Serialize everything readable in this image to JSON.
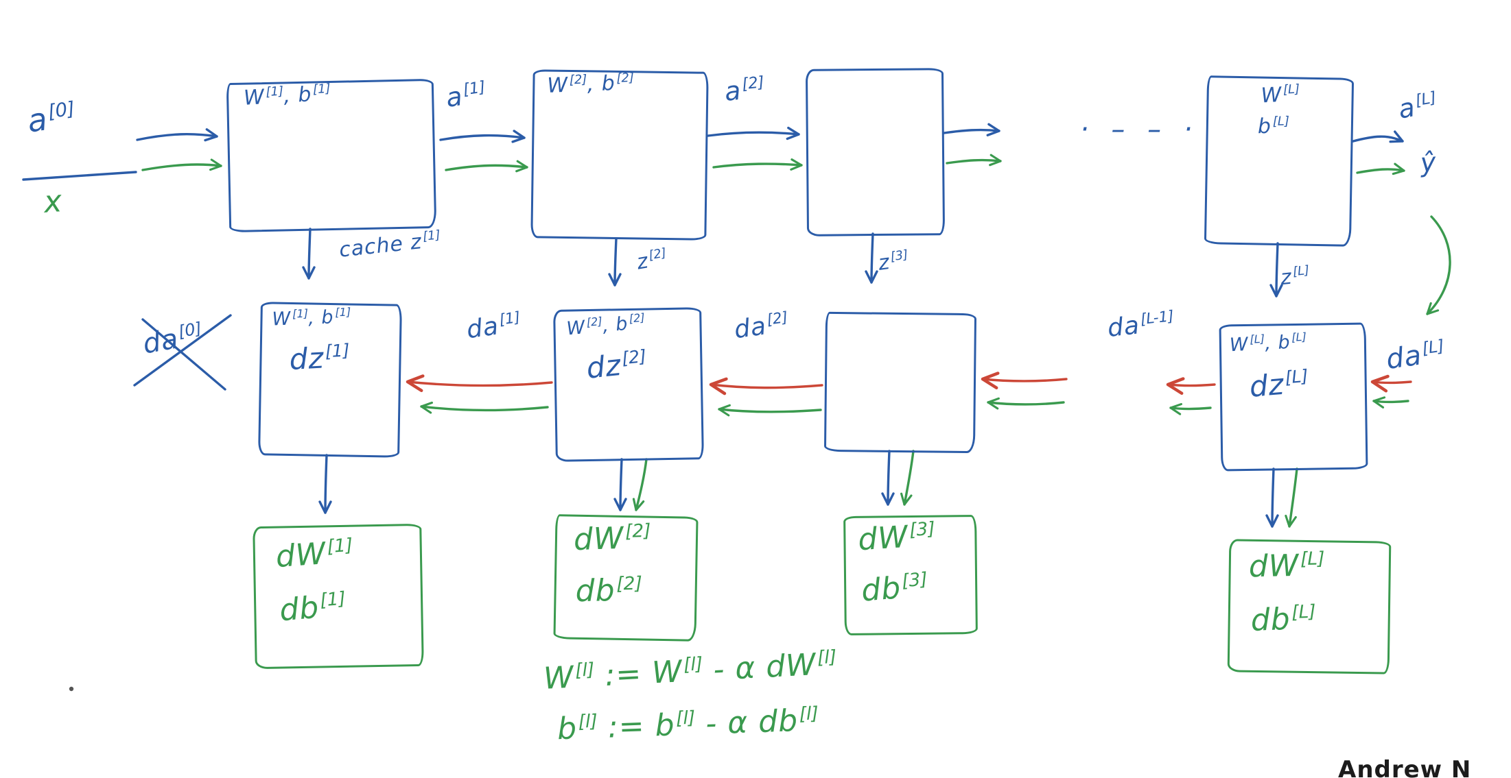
{
  "colors": {
    "blue": "#2b5ca8",
    "green": "#3a9a4e",
    "red": "#cc4737",
    "ink": "#1c1c1c"
  },
  "input": {
    "numerator": [
      {
        "t": "a"
      },
      {
        "s": "[0]"
      }
    ],
    "denominator": "x"
  },
  "forward": {
    "box1_label": [
      {
        "t": "W"
      },
      {
        "s": "[1]"
      },
      {
        "t": ", b"
      },
      {
        "s": "[1]"
      }
    ],
    "box2_label": [
      {
        "t": "W"
      },
      {
        "s": "[2]"
      },
      {
        "t": ", b"
      },
      {
        "s": "[2]"
      }
    ],
    "boxL_line1": [
      {
        "t": "W"
      },
      {
        "s": "[L]"
      }
    ],
    "boxL_line2": [
      {
        "t": "b"
      },
      {
        "s": "[L]"
      }
    ],
    "act1": [
      {
        "t": "a"
      },
      {
        "s": "[1]"
      }
    ],
    "act2": [
      {
        "t": "a"
      },
      {
        "s": "[2]"
      }
    ],
    "actL": [
      {
        "t": "a"
      },
      {
        "s": "[L]"
      }
    ],
    "yhat": "ŷ",
    "ellipsis": "· – – ·",
    "cache1": [
      {
        "t": "cache z"
      },
      {
        "s": "[1]"
      }
    ],
    "z2": [
      {
        "t": "z"
      },
      {
        "s": "[2]"
      }
    ],
    "z3": [
      {
        "t": "z"
      },
      {
        "s": "[3]"
      }
    ],
    "zL": [
      {
        "t": "z"
      },
      {
        "s": "[L]"
      }
    ]
  },
  "backward": {
    "box1_header": [
      {
        "t": "W"
      },
      {
        "s": "[1]"
      },
      {
        "t": ", b"
      },
      {
        "s": "[1]"
      }
    ],
    "box1_dz": [
      {
        "t": "dz"
      },
      {
        "s": "[1]"
      }
    ],
    "box2_header": [
      {
        "t": "W"
      },
      {
        "s": "[2]"
      },
      {
        "t": ", b"
      },
      {
        "s": "[2]"
      }
    ],
    "box2_dz": [
      {
        "t": "dz"
      },
      {
        "s": "[2]"
      }
    ],
    "boxL_header": [
      {
        "t": "W"
      },
      {
        "s": "[L]"
      },
      {
        "t": ", b"
      },
      {
        "s": "[L]"
      }
    ],
    "boxL_dz": [
      {
        "t": "dz"
      },
      {
        "s": "[L]"
      }
    ],
    "da0": [
      {
        "t": "da"
      },
      {
        "s": "[0]"
      }
    ],
    "da1": [
      {
        "t": "da"
      },
      {
        "s": "[1]"
      }
    ],
    "da2": [
      {
        "t": "da"
      },
      {
        "s": "[2]"
      }
    ],
    "daL_minus1": [
      {
        "t": "da"
      },
      {
        "s": "[L-1]"
      }
    ],
    "daL": [
      {
        "t": "da"
      },
      {
        "s": "[L]"
      }
    ]
  },
  "gradients": {
    "g1_dw": [
      {
        "t": "dW"
      },
      {
        "s": "[1]"
      }
    ],
    "g1_db": [
      {
        "t": "db"
      },
      {
        "s": "[1]"
      }
    ],
    "g2_dw": [
      {
        "t": "dW"
      },
      {
        "s": "[2]"
      }
    ],
    "g2_db": [
      {
        "t": "db"
      },
      {
        "s": "[2]"
      }
    ],
    "g3_dw": [
      {
        "t": "dW"
      },
      {
        "s": "[3]"
      }
    ],
    "g3_db": [
      {
        "t": "db"
      },
      {
        "s": "[3]"
      }
    ],
    "gL_dw": [
      {
        "t": "dW"
      },
      {
        "s": "[L]"
      }
    ],
    "gL_db": [
      {
        "t": "db"
      },
      {
        "s": "[L]"
      }
    ]
  },
  "update": {
    "line1": [
      {
        "t": "W"
      },
      {
        "s": "[l]"
      },
      {
        "t": " := W"
      },
      {
        "s": "[l]"
      },
      {
        "t": " - α dW"
      },
      {
        "s": "[l]"
      }
    ],
    "line2": [
      {
        "t": "b"
      },
      {
        "s": "[l]"
      },
      {
        "t": " := b"
      },
      {
        "s": "[l]"
      },
      {
        "t": " - α db"
      },
      {
        "s": "[l]"
      }
    ]
  },
  "watermark": "Andrew N"
}
